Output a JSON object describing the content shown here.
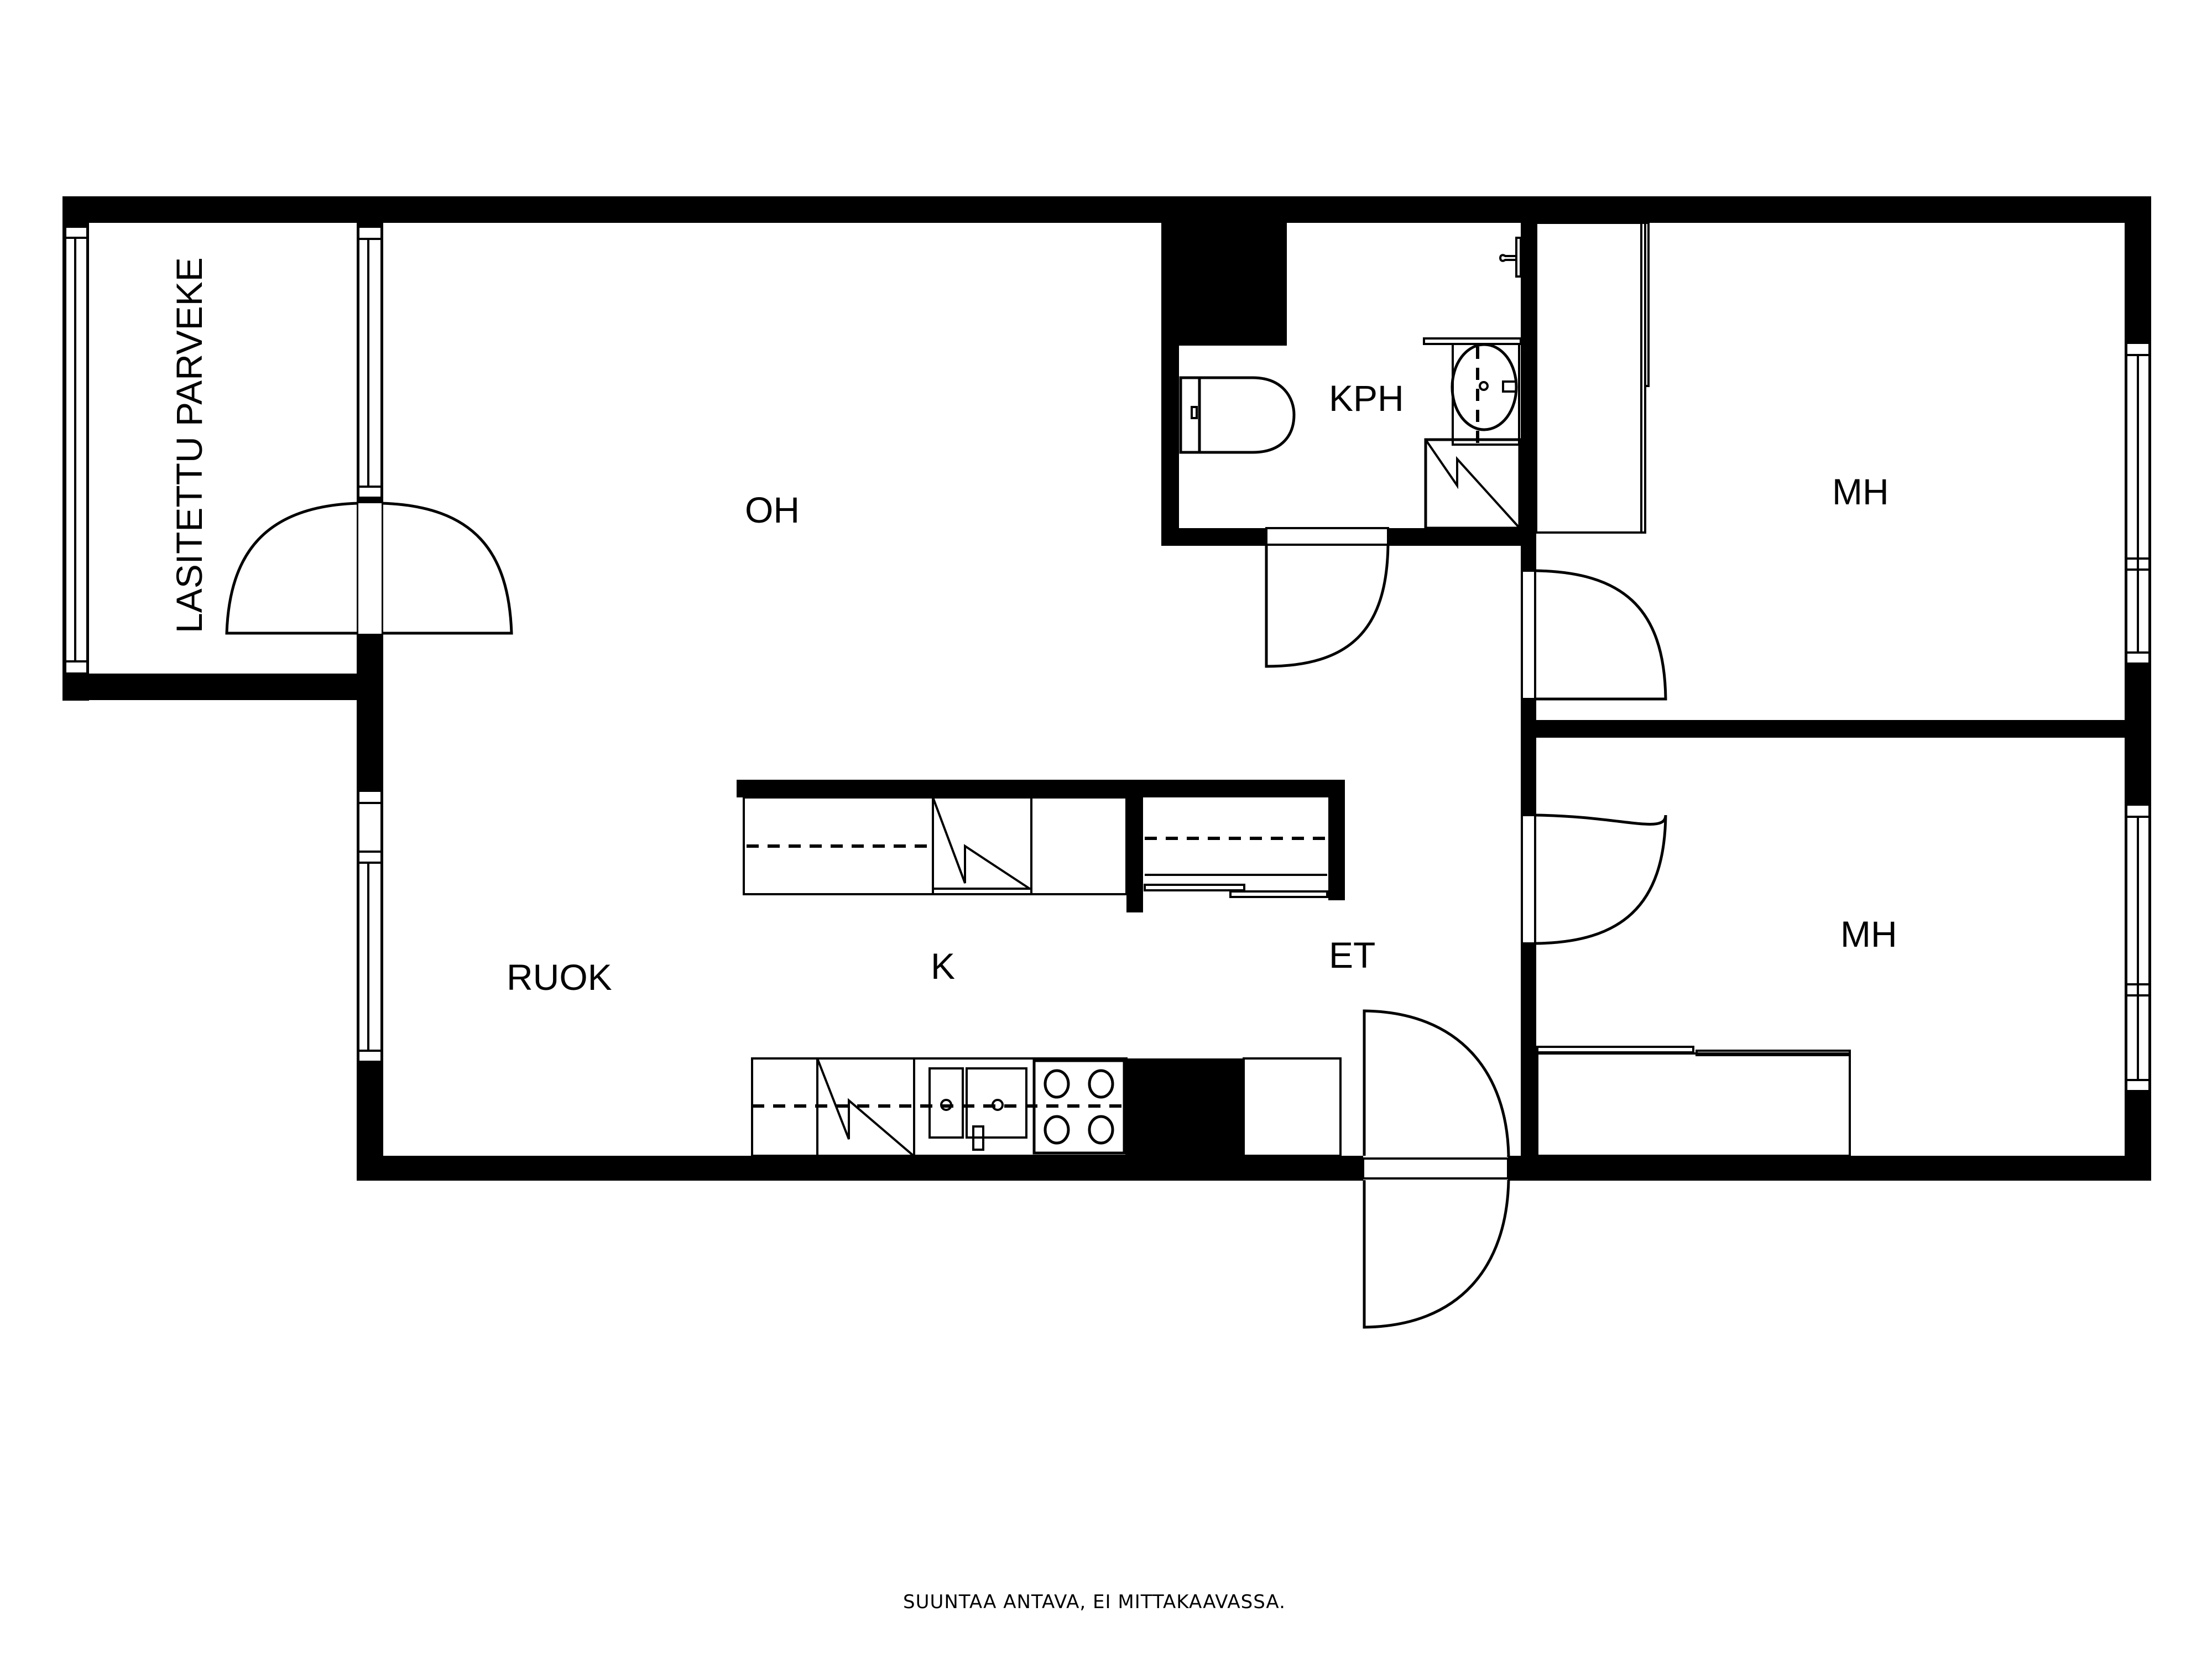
{
  "plan": {
    "rooms": [
      {
        "id": "balcony",
        "label": "LASITETTU PARVEKE"
      },
      {
        "id": "living",
        "label": "OH"
      },
      {
        "id": "bathroom",
        "label": "KPH"
      },
      {
        "id": "bedroom1",
        "label": "MH"
      },
      {
        "id": "bedroom2",
        "label": "MH"
      },
      {
        "id": "dining",
        "label": "RUOK"
      },
      {
        "id": "kitchen",
        "label": "K"
      },
      {
        "id": "entry",
        "label": "ET"
      }
    ],
    "footer_note": "SUUNTAA ANTAVA, EI MITTAKAAVASSA.",
    "colors": {
      "wall": "#000000",
      "background": "#ffffff"
    }
  }
}
